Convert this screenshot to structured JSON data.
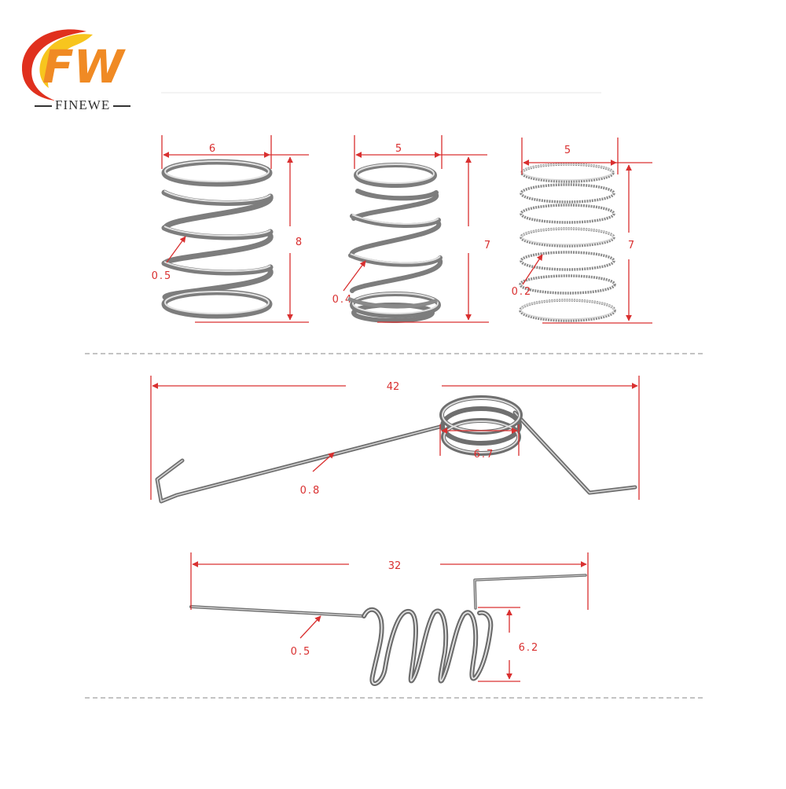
{
  "brand": {
    "logo_letters": "FW",
    "name": "FINEWE",
    "colors": {
      "orange": "#f08a24",
      "yellow": "#f7c51e",
      "red": "#e0301e"
    }
  },
  "dimension_color": "#d93030",
  "springs": {
    "compression_1": {
      "diameter": "6",
      "height": "8",
      "wire": "0.5"
    },
    "compression_2": {
      "diameter": "5",
      "height": "7",
      "wire": "0.4"
    },
    "compression_3": {
      "diameter": "5",
      "height": "7",
      "wire": "0.2"
    },
    "torsion_1": {
      "length": "42",
      "coil_diameter": "6.7",
      "wire": "0.8"
    },
    "torsion_2": {
      "length": "32",
      "height": "6.2",
      "wire": "0.5"
    }
  }
}
